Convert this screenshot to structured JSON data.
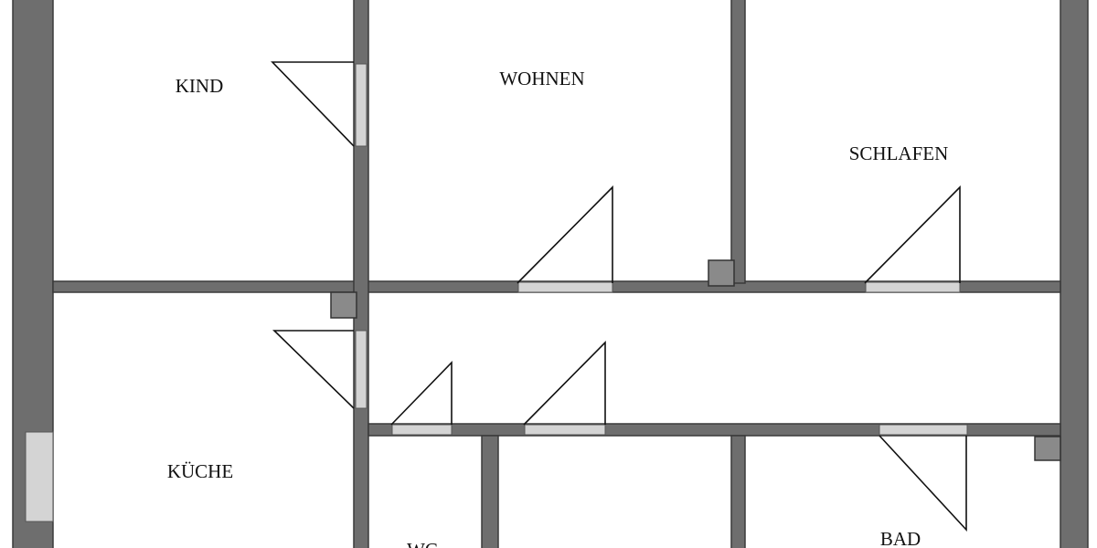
{
  "rooms": [
    {
      "id": "kind",
      "label": "KIND"
    },
    {
      "id": "wohnen",
      "label": "WOHNEN"
    },
    {
      "id": "schlafen",
      "label": "SCHLAFEN"
    },
    {
      "id": "kueche",
      "label": "KÜCHE"
    },
    {
      "id": "wc",
      "label": "WC"
    },
    {
      "id": "bad",
      "label": "BAD"
    }
  ],
  "colors": {
    "wall": "#6e6e6e",
    "opening": "#d4d4d4",
    "line": "#111111"
  }
}
